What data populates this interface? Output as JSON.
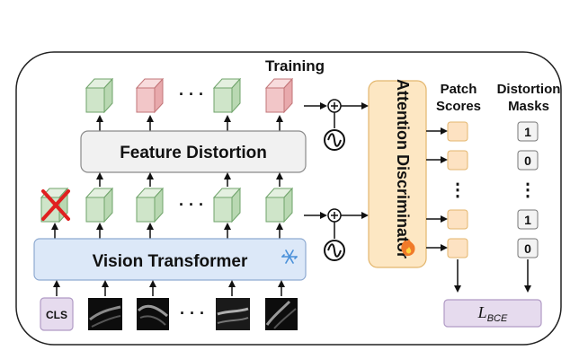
{
  "training_label": "Training",
  "feature_distortion_label": "Feature Distortion",
  "vision_transformer_label": "Vision Transformer",
  "attention_discriminator_label": "Attention Discriminator",
  "patch_scores_label": [
    "Patch",
    "Scores"
  ],
  "distortion_masks_label": [
    "Distortion",
    "Masks"
  ],
  "cls_label": "CLS",
  "loss_label": {
    "main": "L",
    "sub": "BCE"
  },
  "ellipsis": "· · ·",
  "vdots": "⋮",
  "mask_values": [
    "1",
    "0",
    "1",
    "0"
  ],
  "plus_symbol": "+",
  "colors": {
    "green_cube": "#cfe5c9",
    "green_cube_stroke": "#6fa36a",
    "red_cube": "#f2c6c8",
    "red_cube_stroke": "#c27578",
    "vit_fill": "#dce8f8",
    "vit_stroke": "#8eaad1",
    "discriminator_fill": "#fde7c3",
    "discriminator_stroke": "#e3b66d",
    "patch_score_fill": "#fde2c2",
    "loss_fill": "#e6dbee",
    "loss_stroke": "#b09ac5",
    "cross_mark": "#e02020"
  },
  "icons": [
    "snowflake-icon",
    "flame-icon",
    "noise-wave-icon",
    "plus-circle-icon",
    "cross-mark-icon"
  ]
}
